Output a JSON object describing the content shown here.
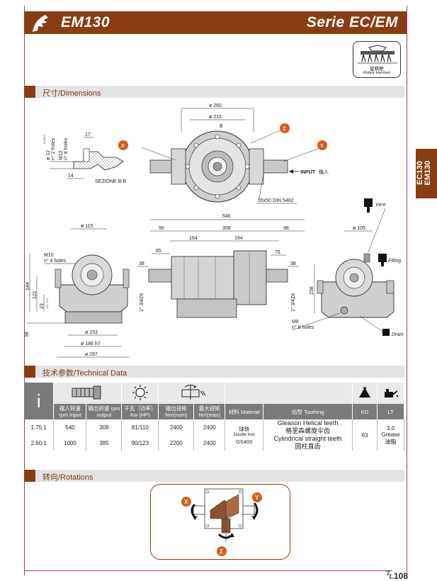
{
  "header": {
    "model": "EM130",
    "series": "Serie EC/EM"
  },
  "badge": {
    "cn": "旋耕耙",
    "en": "Rotary Harrows"
  },
  "side_tab": {
    "line1": "EC130",
    "line2": "EM130"
  },
  "sections": {
    "dimensions": "尺寸/Dimensions",
    "technical": "技术参数/Technical Data",
    "rotations": "转向/Rotations"
  },
  "drawing_labels": {
    "x": "X",
    "y": "Y",
    "z": "Z",
    "d260": "ø 260",
    "d215": "ø 215",
    "b1": "B",
    "b2": "B",
    "holes": "n° 2 holes",
    "d12": "ø 12",
    "d12_tol": "+0.15 0",
    "m12": "M12",
    "n8holes": "n° 8 holes",
    "dim17": "17",
    "dim14": "14",
    "sezione": "SEZIONE B-B",
    "input": "INPUT",
    "input_cn": "输入",
    "spline": "55x50 DIN 5482",
    "d546": "546",
    "d90": "90",
    "d358": "358",
    "d98": "98",
    "d164": "164",
    "d194": "194",
    "d115": "ø 115",
    "d105": "ø 105",
    "m10": "M10",
    "n4holes": "n° 4 holes",
    "d65": "65",
    "d38a": "38",
    "d76": "76",
    "d38b": "38",
    "d144": "144",
    "d121": "121",
    "d23": "23",
    "d23tol": "-0.1 -0.2",
    "d38c": "38",
    "thread1": "1\" 3/4Z6",
    "thread2": "1\" 3/4Z6",
    "d238": "238",
    "d153": "ø 153",
    "d186": "ø 186 h7",
    "d287": "ø 287",
    "m8": "M8",
    "n8holes_b": "n° 8 holes",
    "vent": "Vent",
    "filling": "Filling",
    "drain": "Drain"
  },
  "table": {
    "ratio_symbol": "i",
    "headers": [
      "输入转速 rpm input",
      "输出转速 rpm output",
      "千瓦（功率） Kw (HP)",
      "输出扭矩 Nm(nom)",
      "最大扭矩 Nm(max)",
      "材料 Material",
      "齿型 Toothing",
      "KG",
      "LT"
    ],
    "rows": [
      {
        "ratio": "1.75:1",
        "rpm_in": "540",
        "rpm_out": "309",
        "kw": "81/110",
        "nm_nom": "2400",
        "nm_max": "2400",
        "teeth_en": "Gleason Helical teeth",
        "teeth_cn": "格里森螺旋伞齿"
      },
      {
        "ratio": "2.60:1",
        "rpm_in": "1000",
        "rpm_out": "385",
        "kw": "90/123",
        "nm_nom": "2200",
        "nm_max": "2400",
        "teeth_en": "Cylindrical straight teeth",
        "teeth_cn": "圆柱直齿"
      }
    ],
    "material": {
      "cn": "球铁",
      "en": "Ductile Iron",
      "code": "GS400"
    },
    "kg": "63",
    "lt": {
      "value": "3.0",
      "type": "Grease",
      "cn": "油脂"
    }
  },
  "rotations": {
    "x": "X",
    "y": "Y",
    "z": "Z"
  },
  "page_number": "108"
}
